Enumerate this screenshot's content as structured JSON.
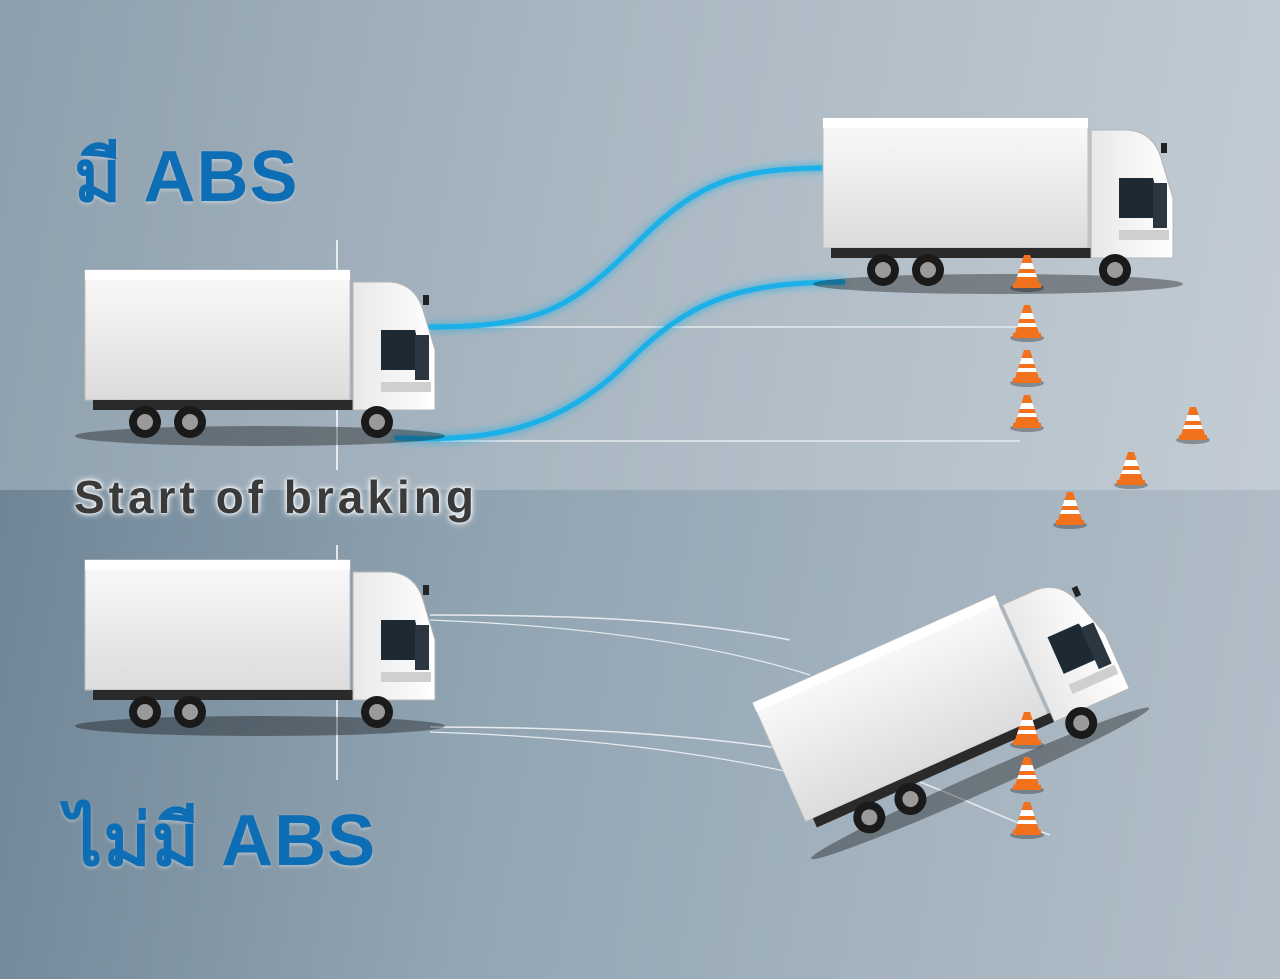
{
  "labels": {
    "with_abs": "มี ABS",
    "without_abs": "ไม่มี ABS",
    "start_of_braking": "Start of braking"
  },
  "colors": {
    "label_blue": "#0d6db5",
    "path_cyan": "#1ab0e8",
    "cone_orange": "#f2711c",
    "truck_white": "#f2f2f2"
  },
  "icons": [
    "truck-icon",
    "traffic-cone-icon"
  ]
}
